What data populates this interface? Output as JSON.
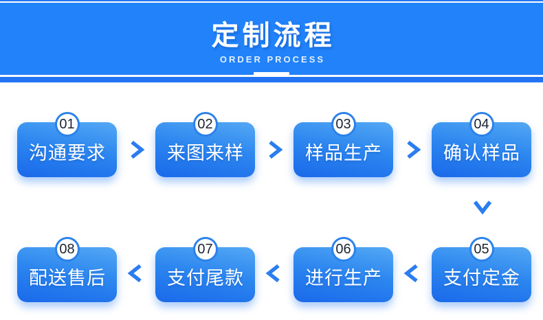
{
  "banner": {
    "title": "定制流程",
    "subtitle": "ORDER PROCESS"
  },
  "steps": [
    {
      "number": "01",
      "label": "沟通要求"
    },
    {
      "number": "02",
      "label": "来图来样"
    },
    {
      "number": "03",
      "label": "样品生产"
    },
    {
      "number": "04",
      "label": "确认样品"
    },
    {
      "number": "05",
      "label": "支付定金"
    },
    {
      "number": "06",
      "label": "进行生产"
    },
    {
      "number": "07",
      "label": "支付尾款"
    },
    {
      "number": "08",
      "label": "配送售后"
    }
  ],
  "flow": {
    "row1_order": [
      "01",
      "02",
      "03",
      "04"
    ],
    "row2_order": [
      "08",
      "07",
      "06",
      "05"
    ]
  },
  "icons": {
    "next": "chevron-right",
    "prev": "chevron-left",
    "down": "chevron-down"
  },
  "colors": {
    "banner": "#2182fa",
    "box_gradient_top": "#54a8f4",
    "box_gradient_bottom": "#1a69ea",
    "circle_ring": "#2b82ea",
    "arrow": "#2b7df0",
    "number_text": "#1b2430",
    "label_text": "#ffffff"
  }
}
